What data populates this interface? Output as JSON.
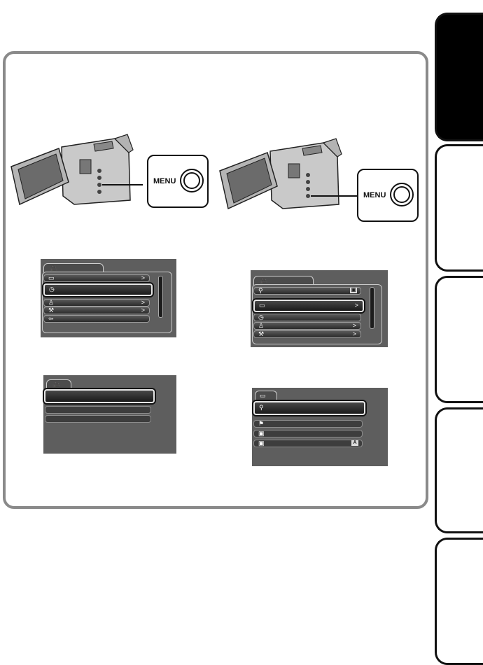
{
  "callouts": {
    "left_menu_label": "MENU",
    "right_menu_label": "MENU"
  },
  "icons": {
    "movie": "🎥",
    "display": "▭",
    "clock": "◷",
    "person": "♙",
    "wrench": "⚒",
    "back": "⇦",
    "scene": "⚲",
    "media": "▣",
    "flag": "⚑",
    "chevron": ">",
    "auto_badge": "A"
  },
  "side_tabs": [
    "",
    "",
    "",
    "",
    ""
  ]
}
